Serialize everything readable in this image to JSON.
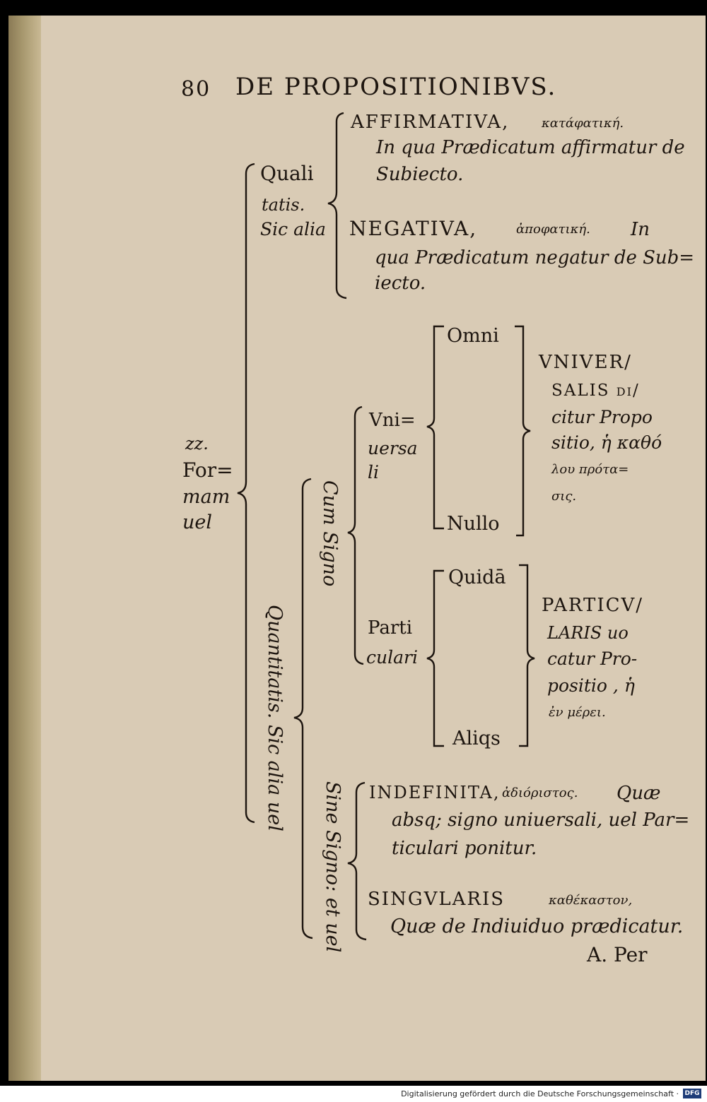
{
  "header": {
    "page_number": "80",
    "title": "DE PROPOSITIONIBVS."
  },
  "left_margin": {
    "line1": "zz.",
    "line2": "For=",
    "line3": "mam",
    "line4": "uel"
  },
  "qualitatis": {
    "label": [
      "Quali",
      "tatis.",
      "Sic alia"
    ],
    "affirmativa": {
      "term": "AFFIRMATIVA,",
      "greek": "κατάφατική.",
      "line2": "In qua Prædicatum affirmatur de",
      "line3": "Subiecto."
    },
    "negativa": {
      "term": "NEGATIVA,",
      "greek": "ἀποφατική.",
      "tail": "In",
      "line2": "qua Prædicatum negatur de Sub=",
      "line3": "iecto."
    }
  },
  "quantitatis": {
    "label": "Quantitatis. Sic alia uel",
    "cum_signo": {
      "label": "Cum Signo",
      "universali": {
        "label": [
          "Vni=",
          "uersa",
          "li"
        ],
        "signs": [
          "Omni",
          "Nullo"
        ],
        "description": [
          "VNIVER/",
          "SALIS di/",
          "citur Propo",
          "sitio, ἡ καθό",
          "λου πρότα=",
          "σις."
        ]
      },
      "particulari": {
        "label": [
          "Parti",
          "culari"
        ],
        "signs": [
          "Quidā",
          "Aliqs"
        ],
        "description": [
          "PARTICV/",
          "LARIS uo",
          "catur Pro-",
          "positio , ἡ",
          "ἐν μέρει."
        ]
      }
    },
    "sine_signo": {
      "label": "Sine Signo: et uel",
      "indefinita": {
        "term": "INDEFINITA,",
        "greek": "ἀδιόριστος.",
        "tail": "Quæ",
        "line2": "absq; signo uniuersali, uel Par=",
        "line3": "ticulari ponitur."
      },
      "singularis": {
        "term": "SINGVLARIS",
        "greek": "καθέκαστον,",
        "line2": "Quæ de Indiuiduo prædicatur."
      }
    }
  },
  "catchword": "A. Per",
  "footer": {
    "text": "Digitalisierung gefördert durch die Deutsche Forschungsgemeinschaft ·",
    "logo": "DFG"
  }
}
